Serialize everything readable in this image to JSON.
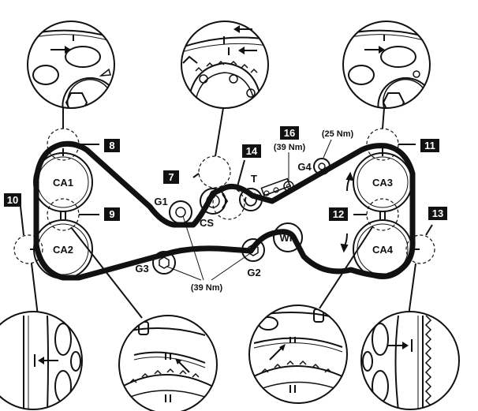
{
  "pulleys": {
    "ca1": "CA1",
    "ca2": "CA2",
    "ca3": "CA3",
    "ca4": "CA4",
    "cs": "CS",
    "wp": "WP",
    "t": "T",
    "g1": "G1",
    "g2": "G2",
    "g3": "G3",
    "g4": "G4"
  },
  "torques": {
    "t16": "(39 Nm)",
    "g4": "(25 Nm)",
    "g_lower": "(39 Nm)"
  },
  "callouts": {
    "c7": "7",
    "c8": "8",
    "c9": "9",
    "c10": "10",
    "c11": "11",
    "c12": "12",
    "c13": "13",
    "c14": "14",
    "c16": "16"
  },
  "colors": {
    "ink": "#111111",
    "paper": "#ffffff",
    "badge": "#111111"
  }
}
